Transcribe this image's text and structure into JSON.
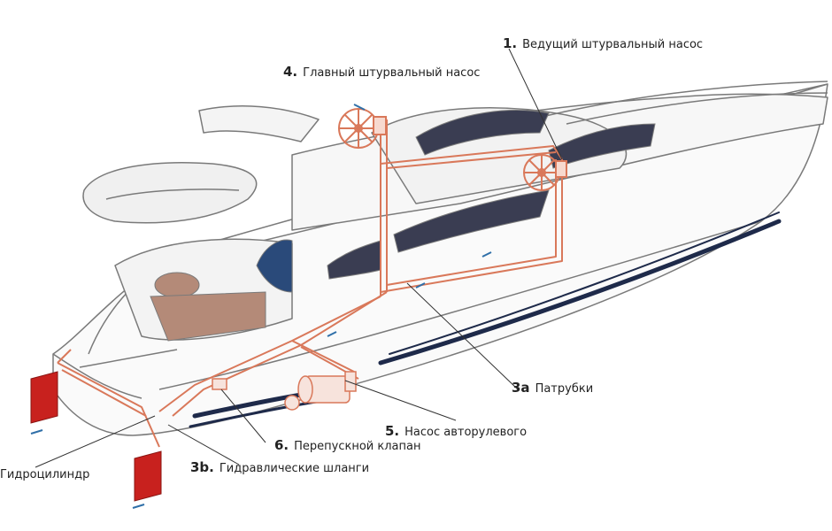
{
  "labels": {
    "l1": {
      "num": "1.",
      "text": "Ведущий штурвальный насос"
    },
    "l4": {
      "num": "4.",
      "text": "Главный штурвальный насос"
    },
    "l3a": {
      "num": "3a",
      "text": "Патрубки"
    },
    "l5": {
      "num": "5.",
      "text": "Насос авторулевого"
    },
    "l6": {
      "num": "6.",
      "text": "Перепускной клапан"
    },
    "l3b": {
      "num": "3b.",
      "text": "Гидравлические шланги"
    },
    "l2": {
      "text": "Гидроцилиндр"
    }
  },
  "colors": {
    "hull_outline": "#7a7a7a",
    "hydraulic_line": "#d9785a",
    "rudder": "#c8211e",
    "window": "#3a3d52",
    "stripe": "#1e2a4a",
    "deck_wood": "#b48a78",
    "arrow": "#2f6fa8"
  }
}
